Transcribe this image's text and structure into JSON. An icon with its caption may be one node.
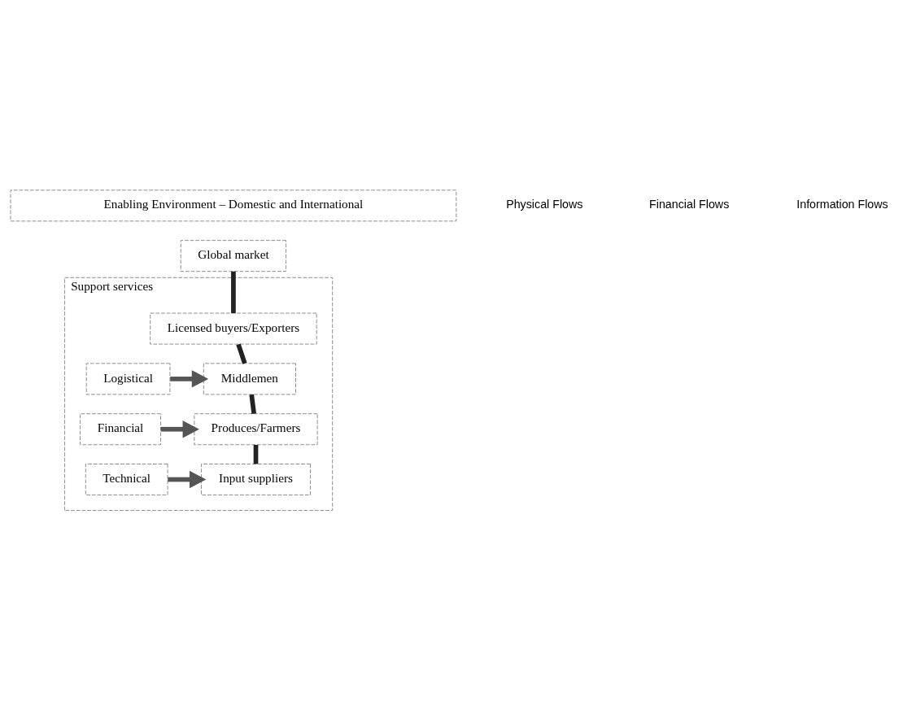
{
  "diagram": {
    "nodes": [
      {
        "text": [
          "Enabling Environment – Domestic and International"
        ]
      },
      {
        "text": [
          "Global market"
        ]
      },
      {
        "text": [
          "Support services"
        ]
      },
      {
        "text": [
          "Licensed buyers/Exporters"
        ],
        "in": 2
      },
      {
        "text": [
          "Logistical"
        ],
        "in": 2
      },
      {
        "text": [
          "Middlemen"
        ],
        "in": 2
      },
      {
        "text": [
          "Financial"
        ],
        "in": 2
      },
      {
        "text": [
          "Produces/Farmers"
        ],
        "in": 2
      },
      {
        "text": [
          "Technical"
        ],
        "in": 2
      },
      {
        "text": [
          "Input suppliers"
        ],
        "in": 2
      }
    ],
    "edges": [
      {
        "from": 1,
        "to": 3,
        "arrow": "none"
      },
      {
        "from": 3,
        "to": 5,
        "arrow": "none"
      },
      {
        "from": 5,
        "to": 7,
        "arrow": "none"
      },
      {
        "from": 7,
        "to": 9,
        "arrow": "none"
      },
      {
        "from": 4,
        "to": 5,
        "arrow": "to",
        "color": "#555555"
      },
      {
        "from": 6,
        "to": 7,
        "arrow": "to",
        "color": "#555555"
      },
      {
        "from": 8,
        "to": 9,
        "arrow": "to",
        "color": "#555555"
      }
    ],
    "labels": [
      "Physical Flows",
      "Financial Flows",
      "Information Flows"
    ]
  }
}
